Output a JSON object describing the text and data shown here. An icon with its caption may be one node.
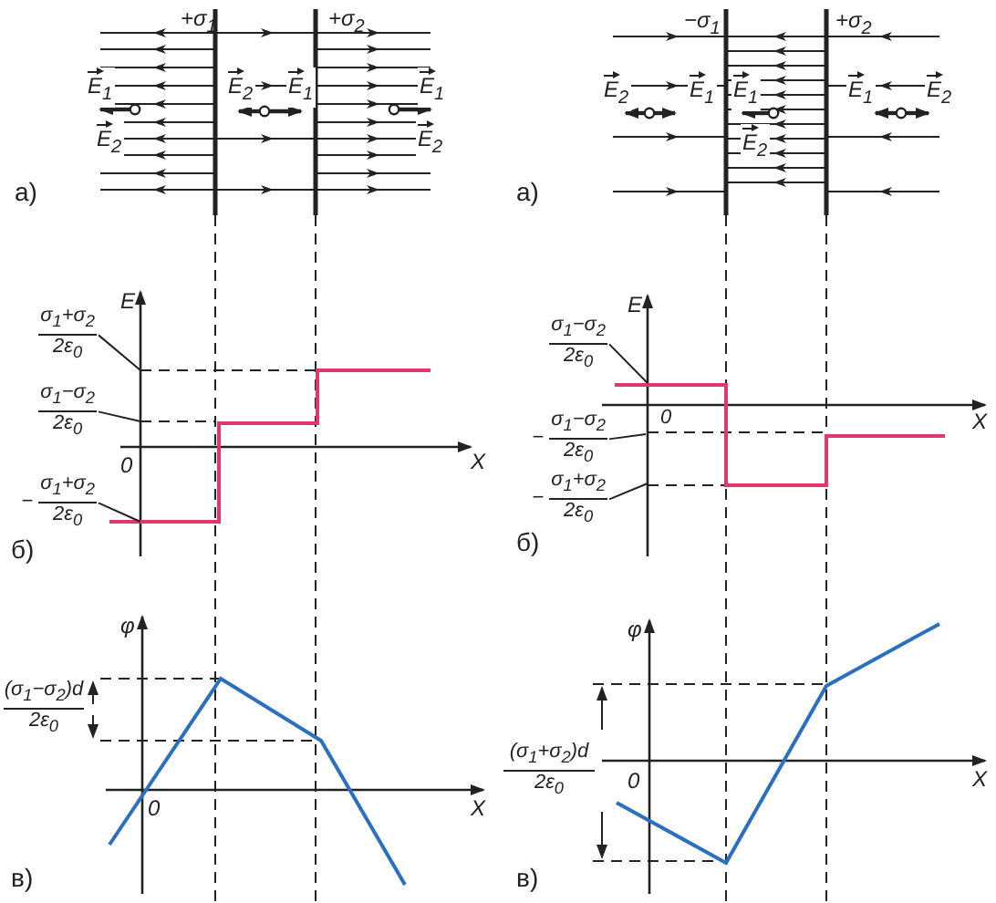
{
  "diagram": {
    "nodes": [
      {
        "text": [
          "σ$_{1}$+σ$_{2}$",
          "2ε$_{0}$"
        ]
      },
      {
        "text": [
          "σ$_{1}$−σ$_{2}$",
          "2ε$_{0}$"
        ]
      },
      {
        "text": [
          "−",
          "σ$_{1}$+σ$_{2}$",
          "2ε$_{0}$"
        ]
      },
      {
        "text": [
          "σ$_{1}$−σ$_{2}$",
          "2ε$_{0}$"
        ]
      },
      {
        "text": [
          "−",
          "σ$_{1}$−σ$_{2}$",
          "2ε$_{0}$"
        ]
      },
      {
        "text": [
          "−",
          "σ$_{1}$+σ$_{2}$",
          "2ε$_{0}$"
        ]
      }
    ],
    "edges": [
      {
        "from": 0,
        "to": null,
        "arrow": "none"
      },
      {
        "from": 1,
        "to": null,
        "arrow": "none"
      },
      {
        "from": 2,
        "to": null,
        "arrow": "none"
      },
      {
        "from": 3,
        "to": null,
        "arrow": "none"
      },
      {
        "from": 4,
        "to": null,
        "arrow": "none"
      },
      {
        "from": 5,
        "to": null,
        "arrow": "none"
      }
    ],
    "labels": [
      "а)",
      "+σ$_{1}$",
      "+σ$_{2}$",
      "E$_{1}$",
      "E$_{2}$",
      "E$_{2}$",
      "E$_{1}$",
      "E$_{1}$",
      "E$_{2}$",
      "а)",
      "−σ$_{1}$",
      "+σ$_{2}$",
      "E$_{2}$",
      "E$_{1}$",
      "E$_{1}$",
      "E$_{2}$",
      "E$_{1}$",
      "E$_{2}$",
      "E",
      "0",
      "X",
      "б)",
      "E",
      "0",
      "X",
      "б)",
      "φ",
      "(σ$_{1}$−σ$_{2}$)d",
      "2ε$_{0}$",
      "0",
      "X",
      "в)",
      "φ",
      "(σ$_{1}$+σ$_{2}$)d",
      "2ε$_{0}$",
      "0",
      "X",
      "в)"
    ]
  }
}
